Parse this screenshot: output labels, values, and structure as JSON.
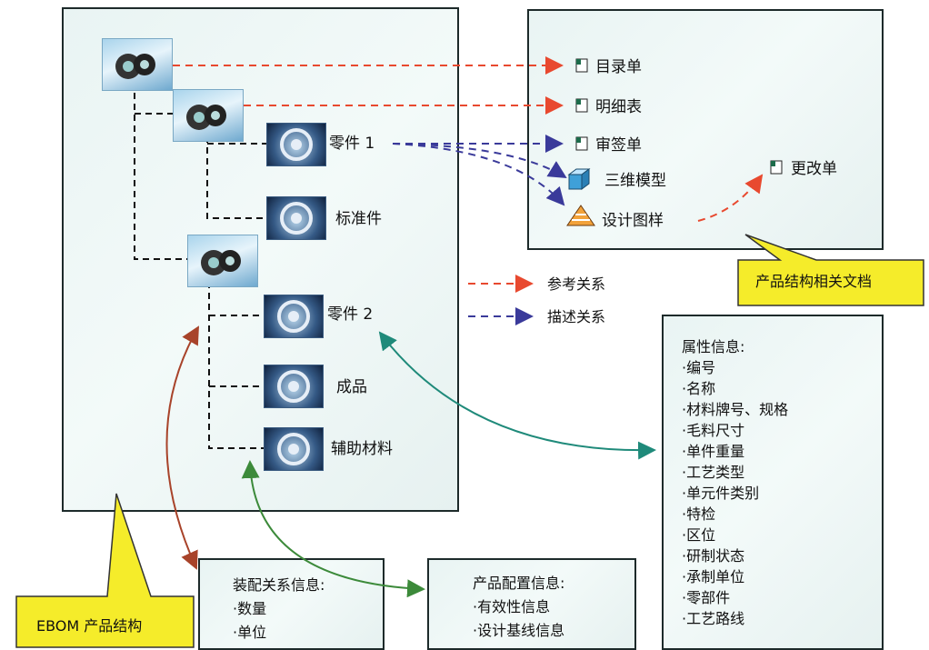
{
  "ebom": {
    "parts": {
      "part1": "零件 1",
      "standard": "标准件",
      "part2": "零件 2",
      "finished": "成品",
      "auxiliary": "辅助材料"
    },
    "callout": "EBOM 产品结构"
  },
  "docs": {
    "catalog": "目录单",
    "detail": "明细表",
    "signoff": "审签单",
    "model3d": "三维模型",
    "drawing": "设计图样",
    "change": "更改单",
    "callout": "产品结构相关文档"
  },
  "legend": {
    "reference": "参考关系",
    "description": "描述关系"
  },
  "attributes": {
    "title": "属性信息:",
    "items": [
      "·编号",
      "·名称",
      "·材料牌号、规格",
      "·毛料尺寸",
      "·单件重量",
      "·工艺类型",
      "·单元件类别",
      "·特检",
      "·区位",
      "·研制状态",
      "·承制单位",
      "·零部件",
      "·工艺路线"
    ]
  },
  "assembly": {
    "title": "装配关系信息:",
    "items": [
      "·数量",
      "·单位"
    ]
  },
  "config": {
    "title": "产品配置信息:",
    "items": [
      "·有效性信息",
      "·设计基线信息"
    ]
  },
  "colors": {
    "reference_arrow": "#e8492f",
    "description_arrow": "#3a3a9a",
    "assembly_arrow": "#a8432a",
    "attr_arrow": "#1f8a7a",
    "config_arrow": "#3c8a3a",
    "callout_fill": "#f5ec2a"
  }
}
